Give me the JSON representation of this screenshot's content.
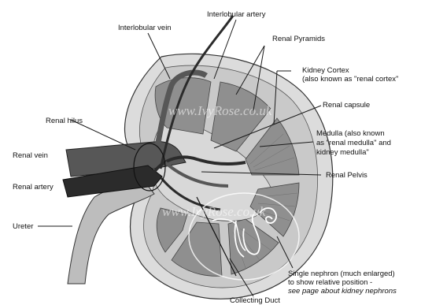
{
  "labels": {
    "interlobular_artery": "Interlobular artery",
    "interlobular_vein": "Interlobular vein",
    "renal_pyramids": "Renal Pyramids",
    "kidney_cortex_1": "Kidney Cortex",
    "kidney_cortex_2": "(also known as \"renal cortex\"",
    "renal_capsule": "Renal capsule",
    "renal_hilus": "Renal hilus",
    "medulla_1": "Medulla (also known",
    "medulla_2": "as \"renal medulla\" and",
    "medulla_3": "kidney medulla\"",
    "renal_vein": "Renal vein",
    "renal_pelvis": "Renal Pelvis",
    "renal_artery": "Renal artery",
    "ureter": "Ureter",
    "nephron_1": "Single nephron (much enlarged)",
    "nephron_2": "to show relative position -",
    "nephron_3": "see page about kidney nephrons",
    "collecting_duct": "Collecting Duct"
  },
  "watermark": "www.IvyRose.co.uk",
  "colors": {
    "capsule": "#dcdcdc",
    "cortex": "#c9c9c9",
    "pyramid": "#8f8f8f",
    "pelvis": "#d8d8d8",
    "vein": "#575757",
    "artery": "#2b2b2b",
    "ureter": "#bdbdbd",
    "outline": "#333333"
  }
}
